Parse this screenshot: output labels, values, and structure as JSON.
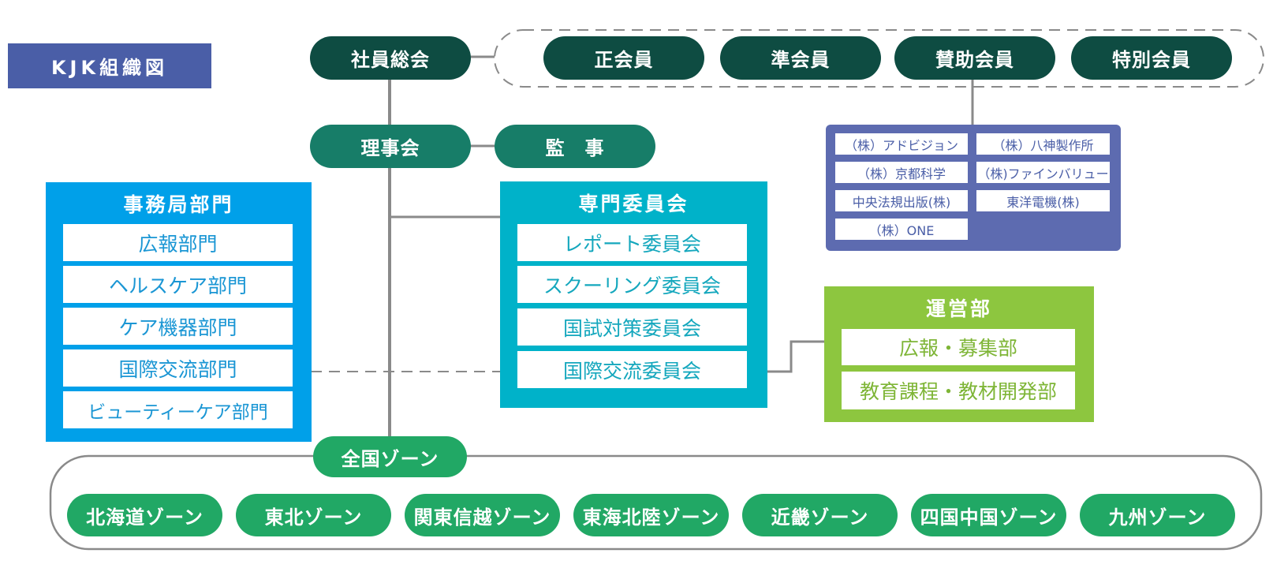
{
  "title": "KJK組織図",
  "colors": {
    "dark_green": "#0e4c42",
    "teal_green": "#177d68",
    "zone_green": "#21a865",
    "office_blue": "#00a0e9",
    "committee_cyan": "#00b2c9",
    "operations_green": "#8dc63f",
    "sponsor_purple": "#5d6bb0"
  },
  "top": {
    "general_assembly": "社員総会",
    "board": "理事会",
    "auditor": "監　事"
  },
  "members": [
    "正会員",
    "準会員",
    "賛助会員",
    "特別会員"
  ],
  "sponsors": [
    "（株）アドビジョン",
    "（株）八神製作所",
    "（株）京都科学",
    "（株)ファインバリュー",
    "中央法規出版(株)",
    "東洋電機(株)",
    "（株）ONE"
  ],
  "office": {
    "title": "事務局部門",
    "items": [
      "広報部門",
      "ヘルスケア部門",
      "ケア機器部門",
      "国際交流部門",
      "ビューティーケア部門"
    ]
  },
  "committees": {
    "title": "専門委員会",
    "items": [
      "レポート委員会",
      "スクーリング委員会",
      "国試対策委員会",
      "国際交流委員会"
    ]
  },
  "operations": {
    "title": "運営部",
    "items": [
      "広報・募集部",
      "教育課程・教材開発部"
    ]
  },
  "zones": {
    "national": "全国ゾーン",
    "items": [
      "北海道ゾーン",
      "東北ゾーン",
      "関東信越ゾーン",
      "東海北陸ゾーン",
      "近畿ゾーン",
      "四国中国ゾーン",
      "九州ゾーン"
    ]
  }
}
